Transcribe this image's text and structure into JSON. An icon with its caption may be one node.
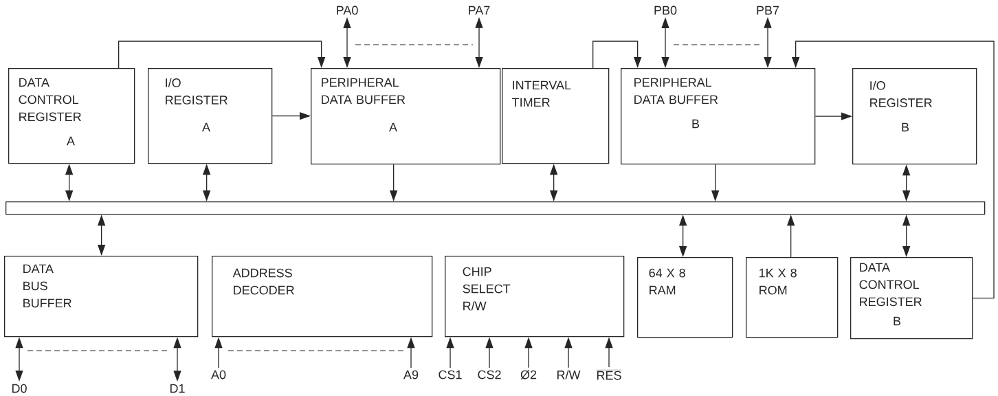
{
  "diagram": {
    "nodes": [
      {
        "text": [
          "DATA CONTROL REGISTER",
          "A"
        ]
      },
      {
        "text": [
          "I/O REGISTER",
          "A"
        ]
      },
      {
        "text": [
          "PERIPHERAL DATA BUFFER",
          "A"
        ]
      },
      {
        "text": [
          "INTERVAL TIMER"
        ]
      },
      {
        "text": [
          "PERIPHERAL DATA BUFFER",
          "B"
        ]
      },
      {
        "text": [
          "I/O REGISTER",
          "B"
        ]
      },
      {
        "text": [],
        "shape": "bar"
      },
      {
        "text": [
          "DATA BUS BUFFER"
        ]
      },
      {
        "text": [
          "ADDRESS DECODER"
        ]
      },
      {
        "text": [
          "CHIP SELECT R/W"
        ]
      },
      {
        "text": [
          "64 X 8 RAM"
        ]
      },
      {
        "text": [
          "1K X 8 ROM"
        ]
      },
      {
        "text": [
          "DATA CONTROL REGISTER",
          "B"
        ]
      },
      {
        "text": [
          "PA0"
        ]
      },
      {
        "text": [
          "PA7"
        ]
      },
      {
        "text": [
          "PB0"
        ]
      },
      {
        "text": [
          "PB7"
        ]
      },
      {
        "text": [
          "D0"
        ]
      },
      {
        "text": [
          "D1"
        ]
      },
      {
        "text": [
          "A0"
        ]
      },
      {
        "text": [
          "A9"
        ]
      },
      {
        "text": [
          "CS1"
        ]
      },
      {
        "text": [
          "CS2"
        ]
      },
      {
        "text": [
          "Ø2"
        ]
      },
      {
        "text": [
          "R/W"
        ]
      },
      {
        "text": [
          "RES"
        ]
      }
    ],
    "edges": [
      {
        "from": 0,
        "to": 2,
        "arrow": "to"
      },
      {
        "from": 13,
        "to": 2,
        "arrow": "both"
      },
      {
        "from": 14,
        "to": 2,
        "arrow": "both"
      },
      {
        "from": 1,
        "to": 2,
        "arrow": "to"
      },
      {
        "from": 3,
        "to": 4,
        "arrow": "to"
      },
      {
        "from": 15,
        "to": 4,
        "arrow": "both"
      },
      {
        "from": 16,
        "to": 4,
        "arrow": "both"
      },
      {
        "from": 12,
        "to": 4,
        "arrow": "to"
      },
      {
        "from": 4,
        "to": 5,
        "arrow": "to"
      },
      {
        "from": 0,
        "to": 6,
        "arrow": "both"
      },
      {
        "from": 1,
        "to": 6,
        "arrow": "both"
      },
      {
        "from": 2,
        "to": 6,
        "arrow": "to"
      },
      {
        "from": 3,
        "to": 6,
        "arrow": "both"
      },
      {
        "from": 4,
        "to": 6,
        "arrow": "to"
      },
      {
        "from": 5,
        "to": 6,
        "arrow": "both"
      },
      {
        "from": 6,
        "to": 7,
        "arrow": "both"
      },
      {
        "from": 6,
        "to": 10,
        "arrow": "both"
      },
      {
        "from": 11,
        "to": 6,
        "arrow": "to"
      },
      {
        "from": 6,
        "to": 12,
        "arrow": "both"
      },
      {
        "from": 7,
        "to": 17,
        "arrow": "both"
      },
      {
        "from": 7,
        "to": 18,
        "arrow": "both"
      },
      {
        "from": 19,
        "to": 8,
        "arrow": "to"
      },
      {
        "from": 20,
        "to": 8,
        "arrow": "to"
      },
      {
        "from": 21,
        "to": 9,
        "arrow": "to"
      },
      {
        "from": 22,
        "to": 9,
        "arrow": "to"
      },
      {
        "from": 23,
        "to": 9,
        "arrow": "to"
      },
      {
        "from": 24,
        "to": 9,
        "arrow": "to"
      },
      {
        "from": 25,
        "to": 9,
        "arrow": "to"
      }
    ]
  }
}
